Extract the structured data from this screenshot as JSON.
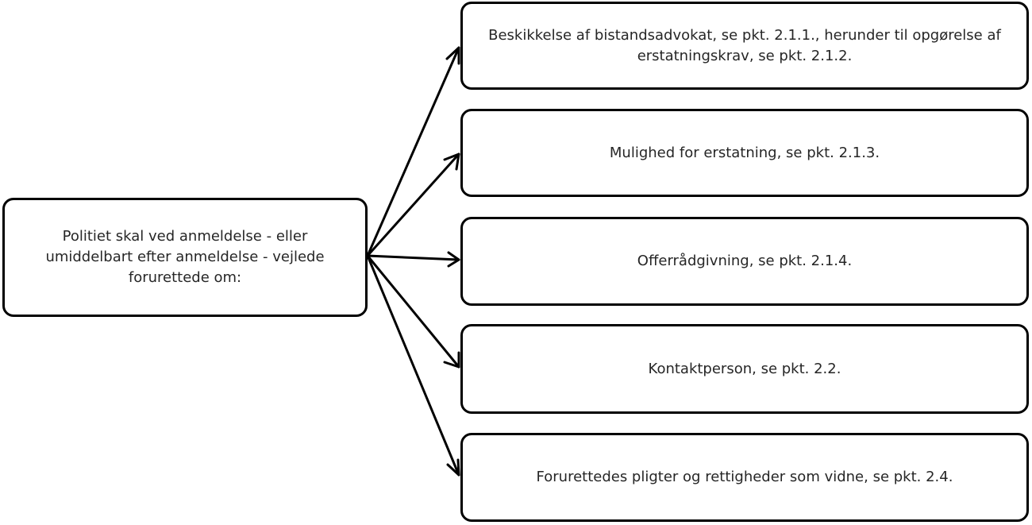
{
  "source": {
    "text": "Politiet skal ved anmeldelse - eller umiddelbart efter anmeldelse - vejlede forurettede om:"
  },
  "targets": [
    {
      "text": "Beskikkelse af bistandsadvokat, se pkt. 2.1.1., herunder til opgørelse af erstatningskrav, se pkt. 2.1.2."
    },
    {
      "text": "Mulighed for erstatning, se pkt. 2.1.3."
    },
    {
      "text": "Offerrådgivning, se pkt. 2.1.4."
    },
    {
      "text": "Kontaktperson, se pkt. 2.2."
    },
    {
      "text": "Forurettedes pligter og rettigheder som vidne, se pkt. 2.4."
    }
  ],
  "colors": {
    "border": "#000000",
    "text": "#262626",
    "arrow": "#000000"
  }
}
